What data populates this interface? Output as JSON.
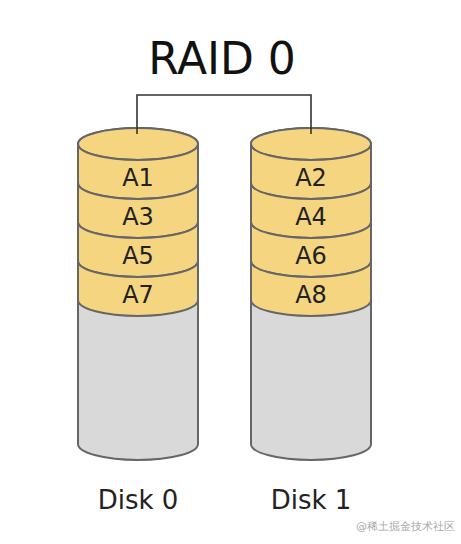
{
  "diagram": {
    "title": "RAID 0",
    "nodes": [
      {
        "text": [
          "Disk 0"
        ]
      },
      {
        "text": [
          "A1"
        ],
        "in": 0
      },
      {
        "text": [
          "A3"
        ],
        "in": 0
      },
      {
        "text": [
          "A5"
        ],
        "in": 0
      },
      {
        "text": [
          "A7"
        ],
        "in": 0
      },
      {
        "text": [
          "Disk 1"
        ]
      },
      {
        "text": [
          "A2"
        ],
        "in": 5
      },
      {
        "text": [
          "A4"
        ],
        "in": 5
      },
      {
        "text": [
          "A6"
        ],
        "in": 5
      },
      {
        "text": [
          "A8"
        ],
        "in": 5
      }
    ],
    "labels": [
      "@稀土掘金技术社区"
    ]
  }
}
